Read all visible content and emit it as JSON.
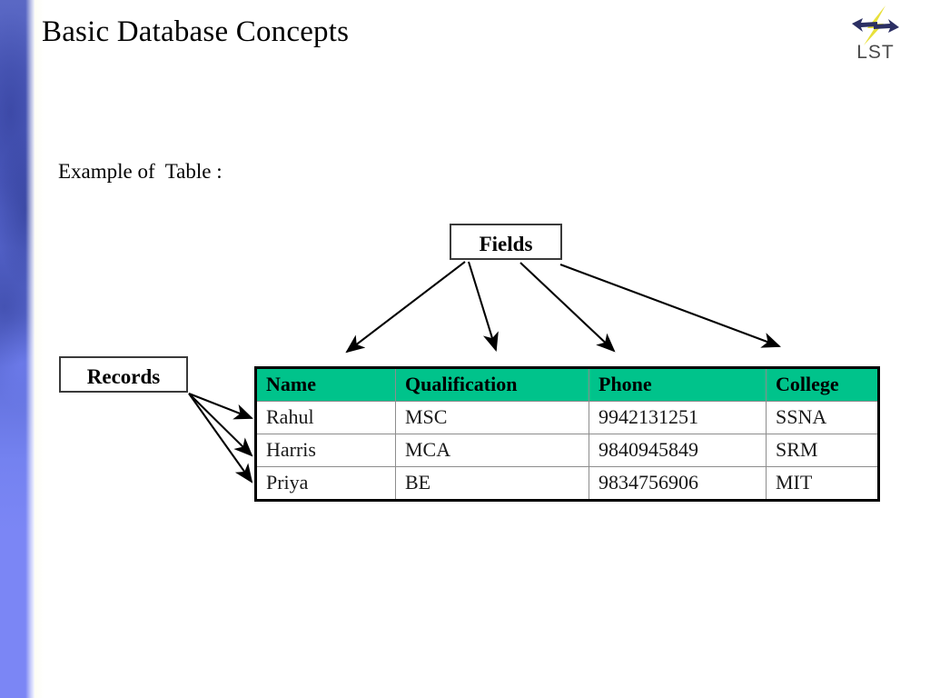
{
  "slide": {
    "title": "Basic Database Concepts",
    "subtitle": "Example of  Table :"
  },
  "logo": {
    "name": "lst-logo",
    "text": "LST",
    "bolt_color": "#e8e03a",
    "swoosh_color": "#2b2f63",
    "text_color": "#4a4a4a"
  },
  "callouts": {
    "fields_label": "Fields",
    "records_label": "Records"
  },
  "table": {
    "header_color": "#00c38b",
    "border_color": "#000000",
    "columns": [
      "Name",
      "Qualification",
      "Phone",
      "College"
    ],
    "rows": [
      {
        "name": "Rahul",
        "qualification": "MSC",
        "phone": "9942131251",
        "college": "SSNA"
      },
      {
        "name": "Harris",
        "qualification": "MCA",
        "phone": "9840945849",
        "college": "SRM"
      },
      {
        "name": "Priya",
        "qualification": "BE",
        "phone": "9834756906",
        "college": "MIT"
      }
    ]
  },
  "decoration": {
    "band_top_color": "#4b59bd",
    "band_bottom_color": "#7b86f5"
  },
  "annotations": {
    "fields_arrow_count": 4,
    "records_arrow_count": 3
  }
}
